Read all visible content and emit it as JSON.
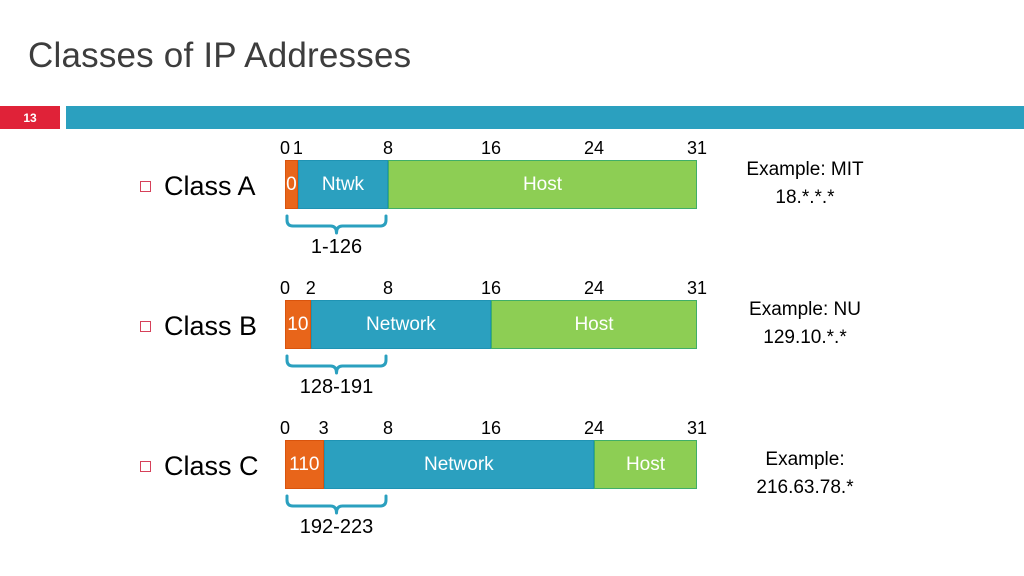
{
  "slide": {
    "title": "Classes of IP Addresses",
    "number": "13",
    "accent_color": "#2ba0bf",
    "badge_color": "#e02238",
    "title_color": "#3d3d3d"
  },
  "palette": {
    "orange": "#e8651a",
    "blue": "#2ba0bf",
    "green": "#8dce54",
    "bullet": "#d6415a"
  },
  "rows": [
    {
      "id": "class-a",
      "label": "Class A",
      "bullet_icon": "square-bullet-icon",
      "ticks": [
        {
          "label": "0",
          "bit": 0
        },
        {
          "label": "1",
          "bit": 1
        },
        {
          "label": "8",
          "bit": 8
        },
        {
          "label": "16",
          "bit": 16
        },
        {
          "label": "24",
          "bit": 24
        },
        {
          "label": "31",
          "bit": 32
        }
      ],
      "segments": [
        {
          "text": "0",
          "color": "orange",
          "bits": 1
        },
        {
          "text": "Ntwk",
          "color": "blue",
          "bits": 7
        },
        {
          "text": "Host",
          "color": "green",
          "bits": 24
        }
      ],
      "brace": {
        "from_bit": 0,
        "to_bit": 8,
        "range": "1-126"
      },
      "example": {
        "line1": "Example: MIT",
        "line2": "18.*.*.*"
      }
    },
    {
      "id": "class-b",
      "label": "Class B",
      "bullet_icon": "square-bullet-icon",
      "ticks": [
        {
          "label": "0",
          "bit": 0
        },
        {
          "label": "2",
          "bit": 2
        },
        {
          "label": "8",
          "bit": 8
        },
        {
          "label": "16",
          "bit": 16
        },
        {
          "label": "24",
          "bit": 24
        },
        {
          "label": "31",
          "bit": 32
        }
      ],
      "segments": [
        {
          "text": "10",
          "color": "orange",
          "bits": 2
        },
        {
          "text": "Network",
          "color": "blue",
          "bits": 14
        },
        {
          "text": "Host",
          "color": "green",
          "bits": 16
        }
      ],
      "brace": {
        "from_bit": 0,
        "to_bit": 8,
        "range": "128-191"
      },
      "example": {
        "line1": "Example: NU",
        "line2": "129.10.*.*"
      }
    },
    {
      "id": "class-c",
      "label": "Class C",
      "bullet_icon": "square-bullet-icon",
      "ticks": [
        {
          "label": "0",
          "bit": 0
        },
        {
          "label": "3",
          "bit": 3
        },
        {
          "label": "8",
          "bit": 8
        },
        {
          "label": "16",
          "bit": 16
        },
        {
          "label": "24",
          "bit": 24
        },
        {
          "label": "31",
          "bit": 32
        }
      ],
      "segments": [
        {
          "text": "110",
          "color": "orange",
          "bits": 3
        },
        {
          "text": "Network",
          "color": "blue",
          "bits": 21
        },
        {
          "text": "Host",
          "color": "green",
          "bits": 8
        }
      ],
      "brace": {
        "from_bit": 0,
        "to_bit": 8,
        "range": "192-223"
      },
      "example": {
        "line1": "Example:",
        "line2": "216.63.78.*"
      }
    }
  ]
}
